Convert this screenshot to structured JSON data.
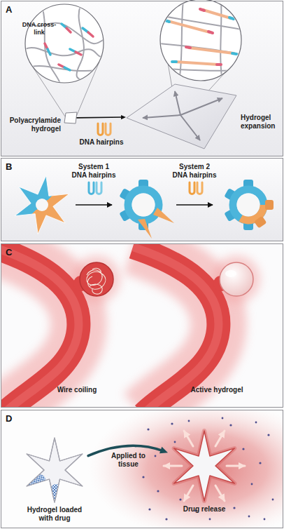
{
  "diagram": {
    "nodes": [
      {
        "text": [
          "A"
        ]
      },
      {
        "text": [
          "Polyacrylamide hydrogel"
        ],
        "in": 0
      },
      {
        "text": [
          "Hydrogel expansion"
        ],
        "in": 0
      },
      {
        "text": [
          "B"
        ]
      },
      {
        "text": [
          "C"
        ]
      },
      {
        "text": [
          "D"
        ]
      },
      {
        "text": [
          "Hydrogel loaded with drug"
        ],
        "in": 5
      },
      {
        "text": [
          "Drug release"
        ],
        "in": 5
      }
    ],
    "edges": [
      {
        "from": 1,
        "to": 2,
        "arrow": "to",
        "label": "DNA hairpins"
      },
      {
        "from": 6,
        "to": 7,
        "arrow": "to",
        "label": "Applied to tissue"
      }
    ],
    "labels": [
      "DNA cross-link",
      "System 1 DNA hairpins",
      "System 2 DNA hairpins",
      "Wire coiling",
      "Active hydrogel"
    ]
  }
}
